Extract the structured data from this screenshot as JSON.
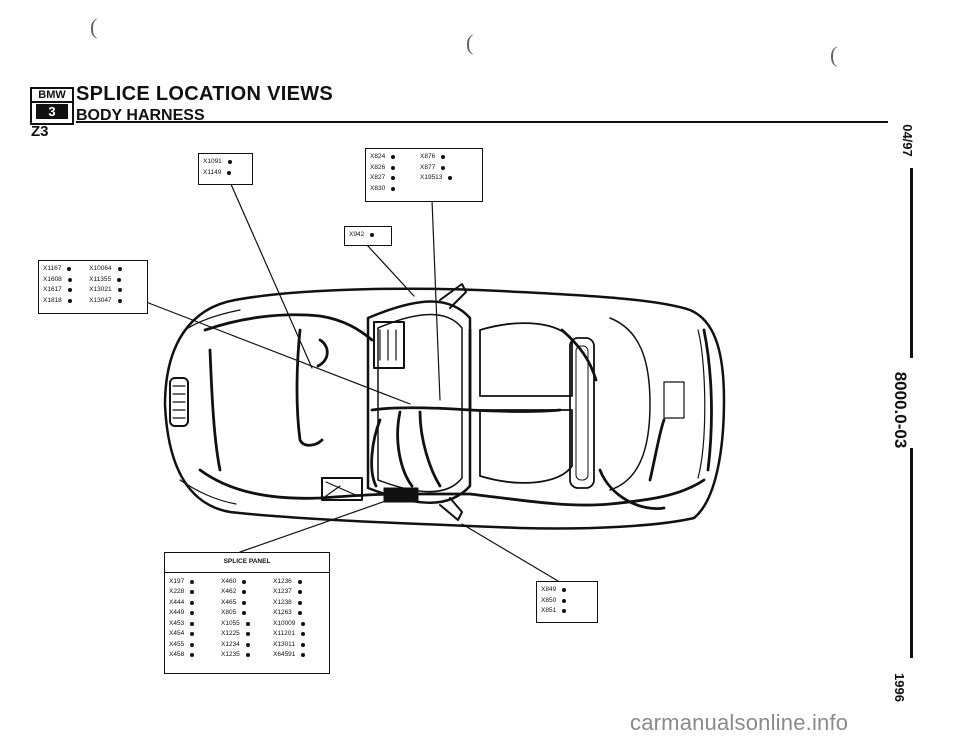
{
  "header": {
    "brand": "BMW",
    "series": "3",
    "model": "Z3",
    "title": "SPLICE LOCATION VIEWS",
    "subtitle": "BODY HARNESS"
  },
  "margin": {
    "date": "04/97",
    "page_number": "8000.0-03",
    "year": "1996"
  },
  "decorations": {
    "paren": "("
  },
  "callouts": {
    "top_left": {
      "rows": [
        [
          "X1091"
        ],
        [
          "X1149"
        ]
      ]
    },
    "top_right": {
      "rows": [
        [
          "X824",
          "X876"
        ],
        [
          "X826",
          "X877"
        ],
        [
          "X827",
          "X19513"
        ],
        [
          "X830"
        ]
      ]
    },
    "mid": {
      "rows": [
        [
          "X942"
        ]
      ]
    },
    "left": {
      "rows": [
        [
          "X1167",
          "X10064"
        ],
        [
          "X1608",
          "X11355"
        ],
        [
          "X1617",
          "X13021"
        ],
        [
          "X1818",
          "X13047"
        ]
      ]
    },
    "bottom_right": {
      "rows": [
        [
          "X849"
        ],
        [
          "X850"
        ],
        [
          "X851"
        ]
      ]
    },
    "splice_panel": {
      "title": "SPLICE PANEL",
      "rows": [
        [
          "X197",
          "X460",
          "X1236"
        ],
        [
          "X228",
          "X462",
          "X1237"
        ],
        [
          "X444",
          "X465",
          "X1238"
        ],
        [
          "X449",
          "X805",
          "X1263"
        ],
        [
          "X453",
          "X1055",
          "X10009"
        ],
        [
          "X454",
          "X1225",
          "X11201"
        ],
        [
          "X455",
          "X1234",
          "X13011"
        ],
        [
          "X458",
          "X1235",
          "X64591"
        ]
      ]
    }
  },
  "watermark": "carmanualsonline.info",
  "colors": {
    "ink": "#111111",
    "watermark": "#8a8a8a"
  }
}
